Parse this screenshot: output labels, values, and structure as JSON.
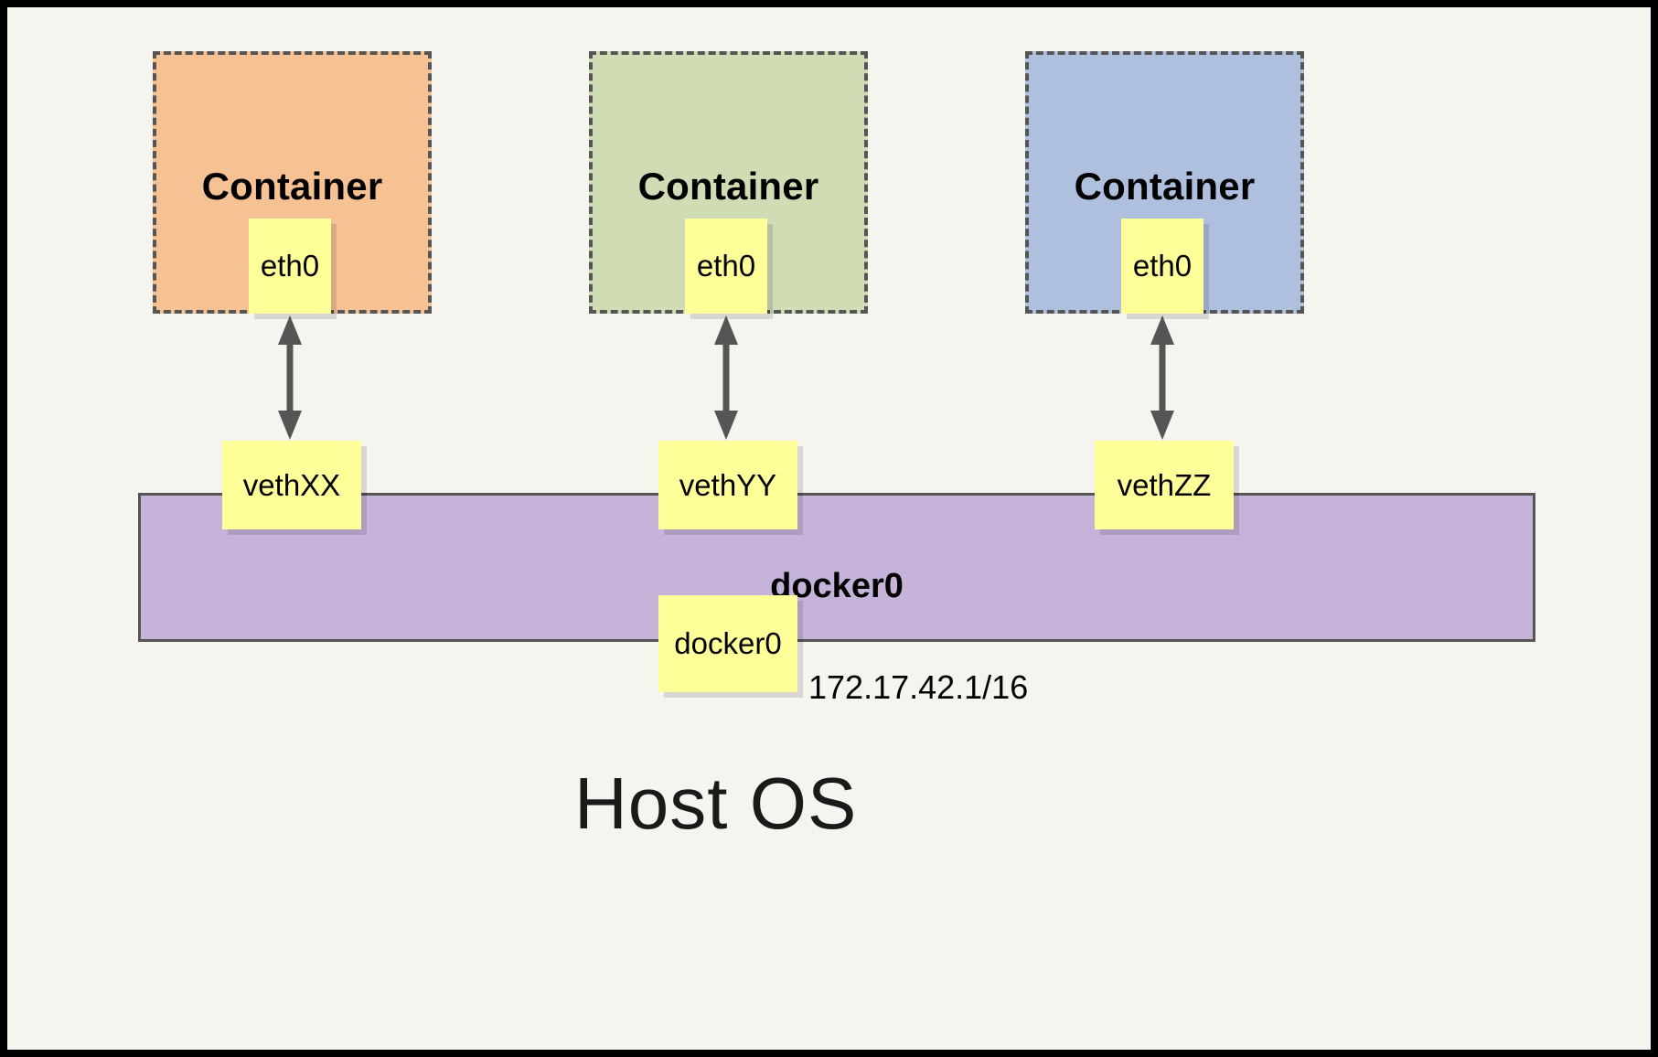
{
  "diagram": {
    "title": "Docker container networking with docker0 bridge",
    "background_color": "#f5f4ef",
    "border_color": "#000000"
  },
  "containers": [
    {
      "label": "Container",
      "fill_color": "#f7c293",
      "border_color": "#555555",
      "interface": {
        "label": "eth0",
        "fill_color": "#ffff99"
      }
    },
    {
      "label": "Container",
      "fill_color": "#cfdcb4",
      "border_color": "#555555",
      "interface": {
        "label": "eth0",
        "fill_color": "#ffff99"
      }
    },
    {
      "label": "Container",
      "fill_color": "#aec0de",
      "border_color": "#555555",
      "interface": {
        "label": "eth0",
        "fill_color": "#ffff99"
      }
    }
  ],
  "veths": [
    {
      "label": "vethXX",
      "fill_color": "#ffff99"
    },
    {
      "label": "vethYY",
      "fill_color": "#ffff99"
    },
    {
      "label": "vethZZ",
      "fill_color": "#ffff99"
    }
  ],
  "bridge": {
    "label": "docker0",
    "port_label": "docker0",
    "ip_address": "172.17.42.1/16",
    "fill_color": "#c5b3da",
    "border_color": "#555555"
  },
  "host": {
    "label": "Host OS"
  },
  "arrows": {
    "color": "#555555",
    "style": "double-headed",
    "count": 3
  }
}
